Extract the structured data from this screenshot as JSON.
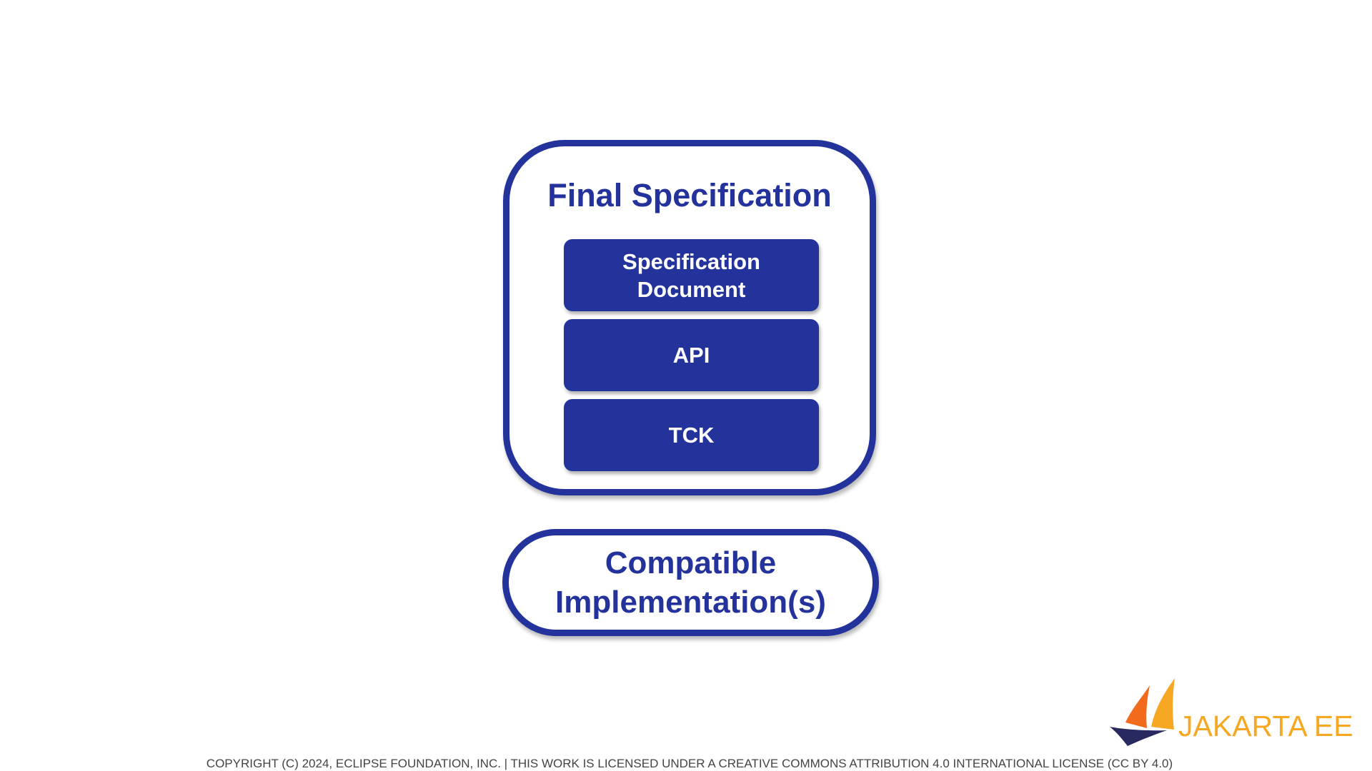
{
  "diagram": {
    "final_spec": {
      "title": "Final Specification",
      "blocks": [
        {
          "label": "Specification\nDocument"
        },
        {
          "label": "API"
        },
        {
          "label": "TCK"
        }
      ]
    },
    "implementations": {
      "label": "Compatible\nImplementation(s)"
    }
  },
  "logo": {
    "text": "JAKARTA EE",
    "icon": "sailboat-icon"
  },
  "footer": {
    "copyright": "COPYRIGHT (C) 2024, ECLIPSE FOUNDATION, INC. | THIS WORK IS LICENSED UNDER A CREATIVE COMMONS ATTRIBUTION 4.0 INTERNATIONAL LICENSE (CC BY 4.0)"
  },
  "colors": {
    "primary_blue": "#24339c",
    "logo_orange": "#f7a823",
    "logo_dark_orange": "#f26a1b",
    "background": "#ffffff"
  }
}
